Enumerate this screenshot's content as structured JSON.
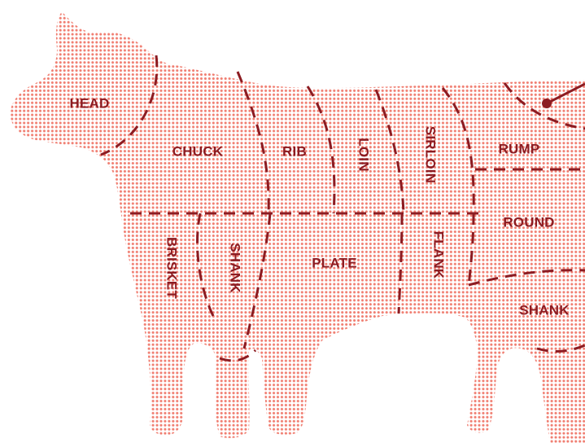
{
  "colors": {
    "dot": "#f07d70",
    "line": "#8c1c22",
    "label": "#8c1c22",
    "background": "#ffffff"
  },
  "cuts": {
    "head": "HEAD",
    "chuck": "CHUCK",
    "rib": "RIB",
    "loin": "LOIN",
    "sirloin": "SIRLOIN",
    "rump": "RUMP",
    "round": "ROUND",
    "brisket": "BRISKET",
    "fore_shank": "SHANK",
    "plate": "PLATE",
    "flank": "FLANK",
    "hind_shank": "SHANK"
  }
}
